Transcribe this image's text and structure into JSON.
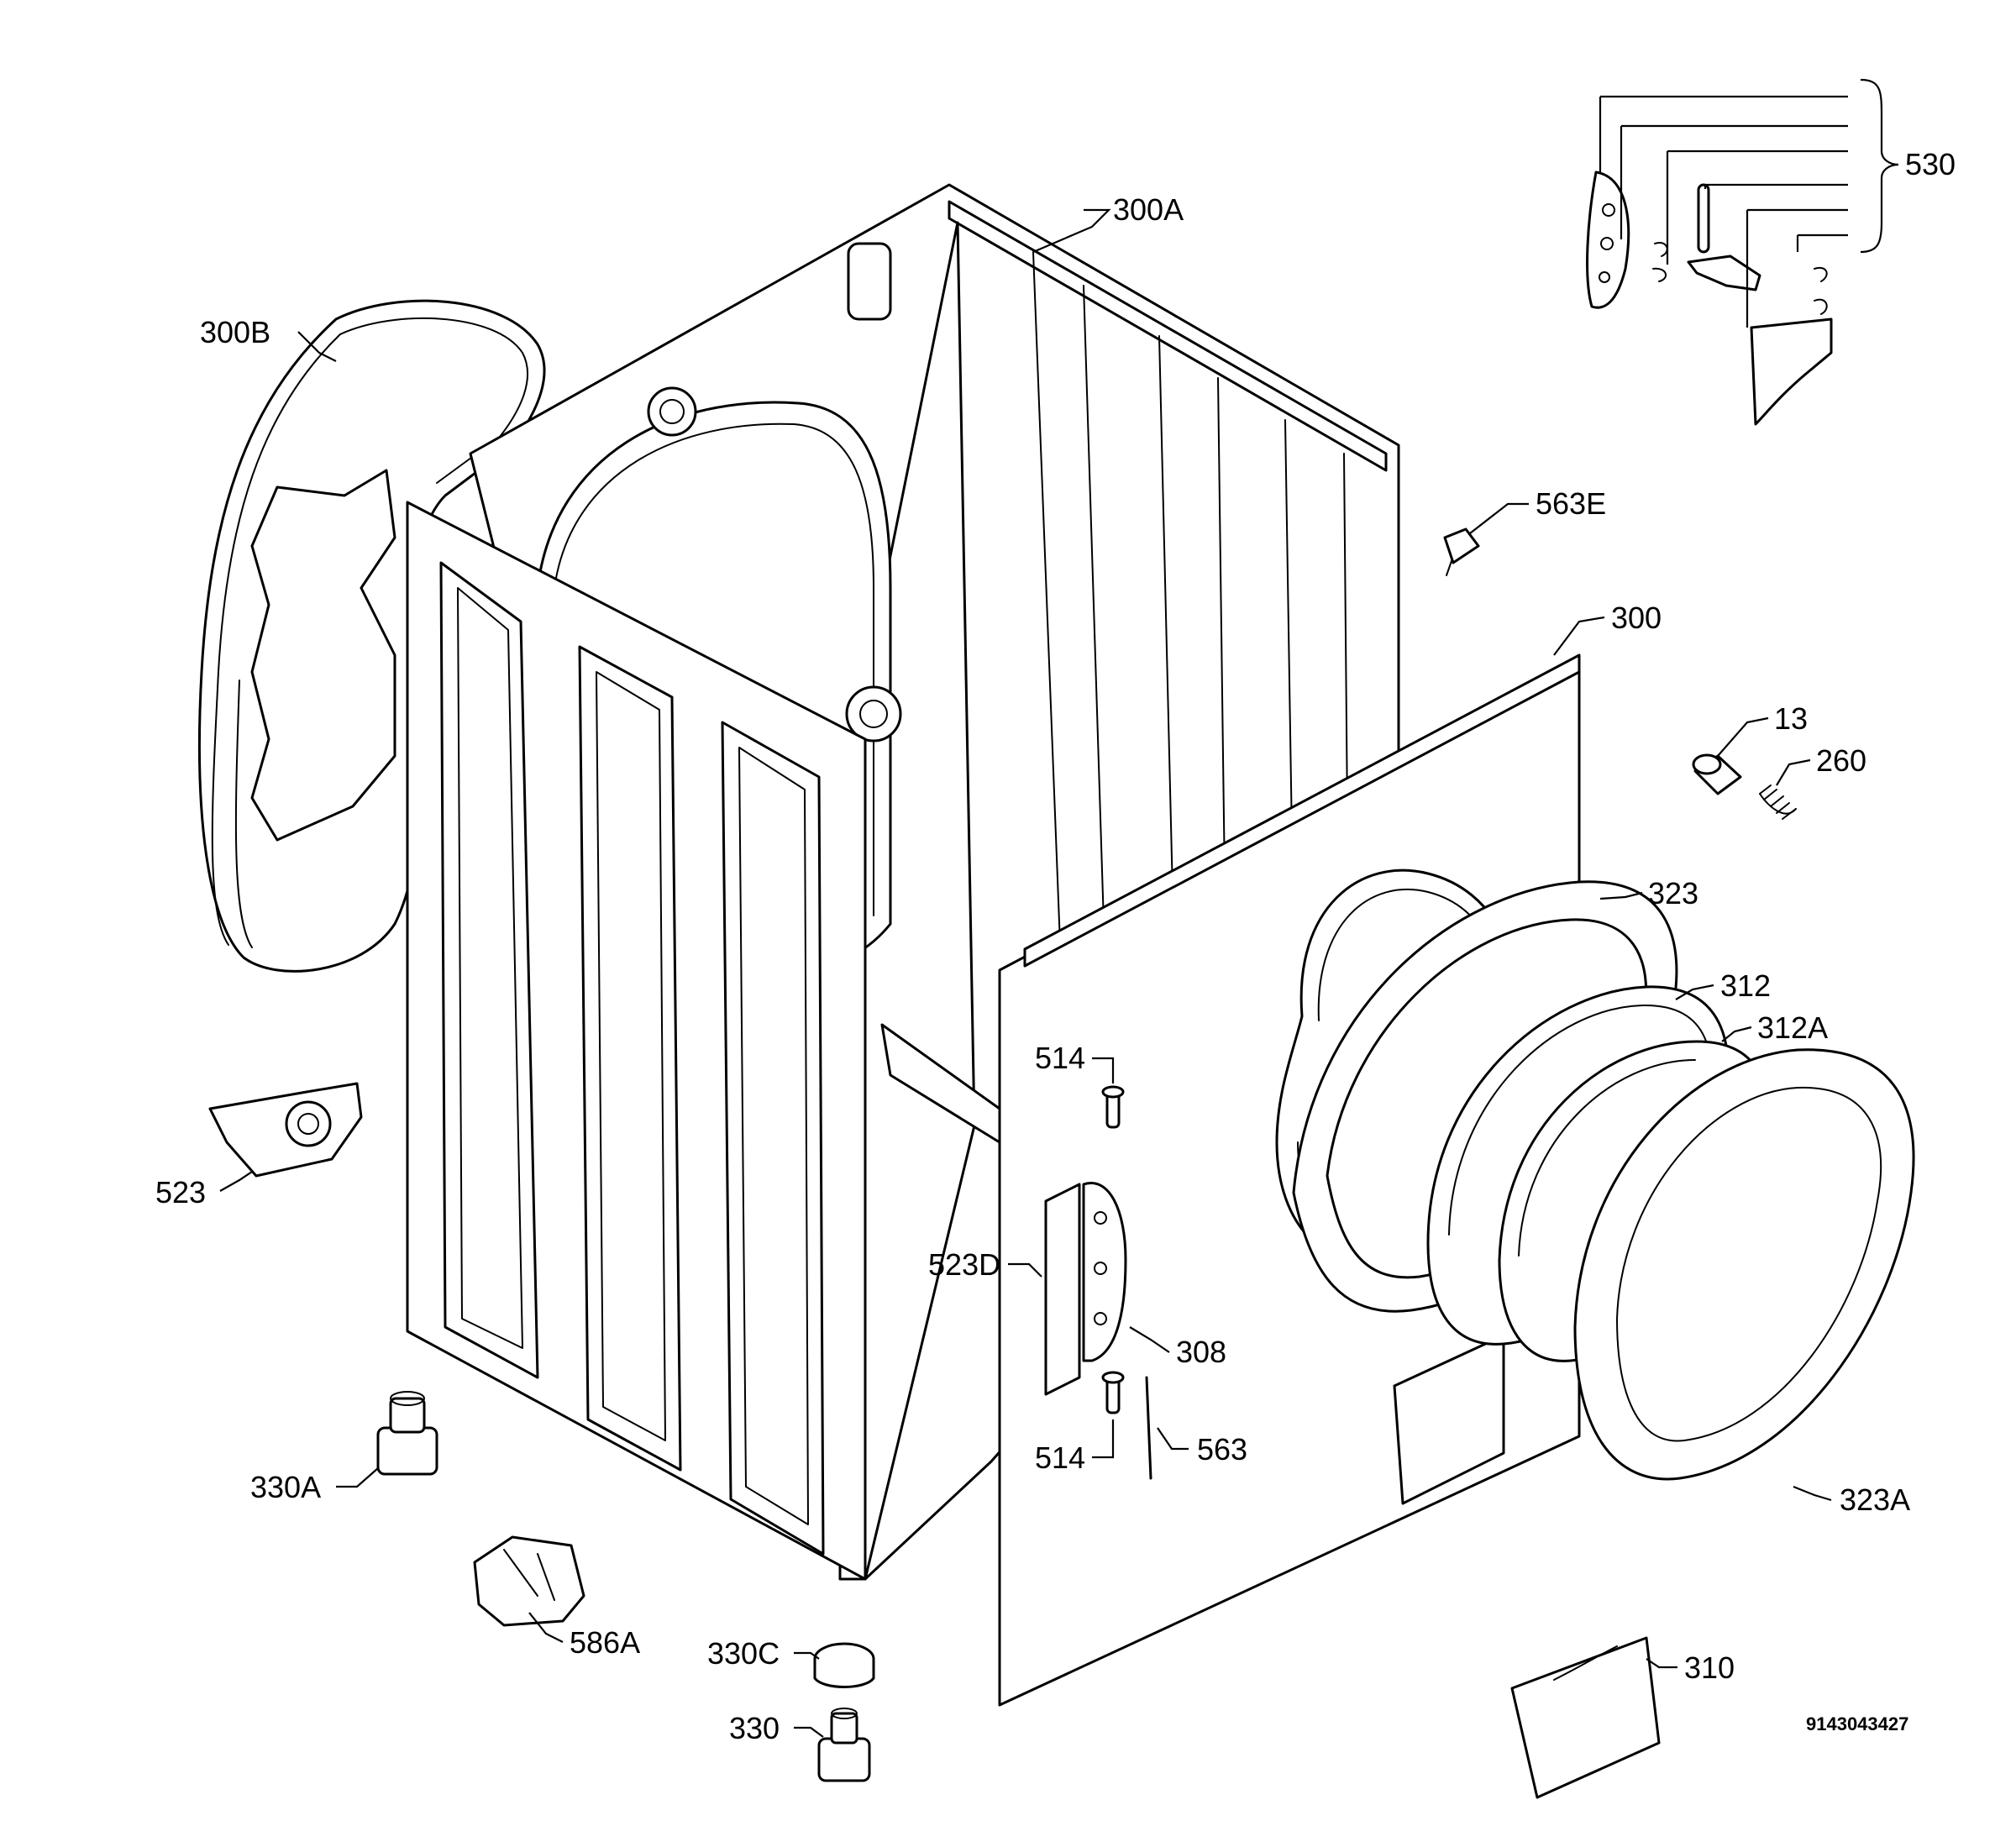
{
  "diagram": {
    "document_number": "9143043427",
    "callouts": [
      {
        "id": "300A",
        "label": "300A"
      },
      {
        "id": "300B",
        "label": "300B"
      },
      {
        "id": "530",
        "label": "530"
      },
      {
        "id": "563E",
        "label": "563E"
      },
      {
        "id": "300",
        "label": "300"
      },
      {
        "id": "13",
        "label": "13"
      },
      {
        "id": "260",
        "label": "260"
      },
      {
        "id": "323",
        "label": "323"
      },
      {
        "id": "312",
        "label": "312"
      },
      {
        "id": "312A",
        "label": "312A"
      },
      {
        "id": "514a",
        "label": "514"
      },
      {
        "id": "523",
        "label": "523"
      },
      {
        "id": "523D",
        "label": "523D"
      },
      {
        "id": "308",
        "label": "308"
      },
      {
        "id": "514b",
        "label": "514"
      },
      {
        "id": "563",
        "label": "563"
      },
      {
        "id": "330A",
        "label": "330A"
      },
      {
        "id": "323A",
        "label": "323A"
      },
      {
        "id": "586A",
        "label": "586A"
      },
      {
        "id": "330C",
        "label": "330C"
      },
      {
        "id": "310",
        "label": "310"
      },
      {
        "id": "330",
        "label": "330"
      }
    ]
  }
}
